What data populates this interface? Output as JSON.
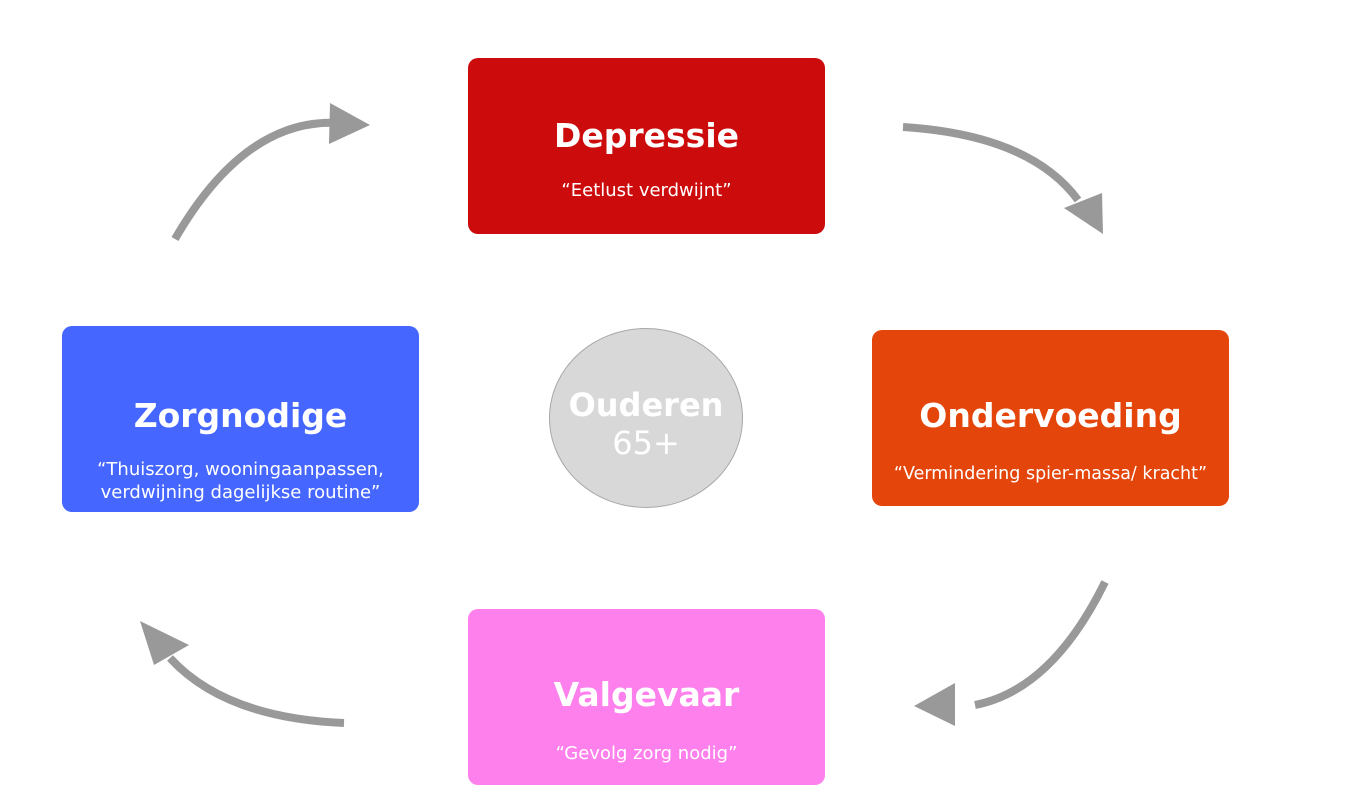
{
  "center": {
    "line1": "Ouderen",
    "line2": "65+"
  },
  "nodes": [
    {
      "title": "Depressie",
      "subtitle": "“Eetlust verdwijnt”",
      "color": "#cc0c0c"
    },
    {
      "title": "Ondervoeding",
      "subtitle": "“Vermindering spier-massa/ kracht”",
      "color": "#e4450b"
    },
    {
      "title": "Valgevaar",
      "subtitle": "“Gevolg zorg nodig”",
      "color": "#fe80ec"
    },
    {
      "title": "Zorgnodige",
      "subtitle": "“Thuiszorg, wooningaanpassen,\nverdwijning dagelijkse routine”",
      "color": "#4667ff"
    }
  ],
  "arrow_color": "#999999"
}
